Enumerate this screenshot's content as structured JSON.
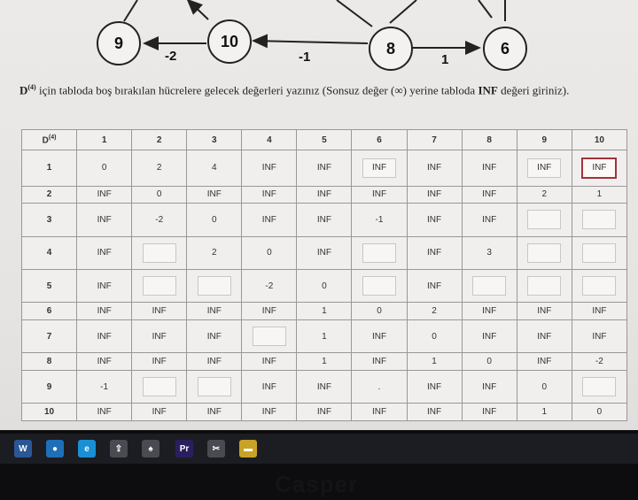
{
  "graph": {
    "nodes": [
      "9",
      "10",
      "8",
      "6"
    ],
    "edges": [
      {
        "label": "-2"
      },
      {
        "label": "-1"
      },
      {
        "label": "1"
      }
    ]
  },
  "instruction": {
    "matrix_label": "D",
    "matrix_sup": "(4)",
    "text_before": " için tabloda boş bırakılan hücrelere gelecek değerleri yazınız (Sonsuz değer (∞) yerine tabloda ",
    "bold": "INF",
    "text_after": " değeri giriniz)."
  },
  "table": {
    "corner": "D",
    "corner_sup": "(4)",
    "columns": [
      "1",
      "2",
      "3",
      "4",
      "5",
      "6",
      "7",
      "8",
      "9",
      "10"
    ],
    "rows": [
      {
        "h": "1",
        "cells": [
          {
            "v": "0"
          },
          {
            "v": "2"
          },
          {
            "v": "4"
          },
          {
            "v": "INF"
          },
          {
            "v": "INF"
          },
          {
            "v": "INF",
            "box": true
          },
          {
            "v": "INF"
          },
          {
            "v": "INF"
          },
          {
            "v": "INF",
            "box": true
          },
          {
            "v": "INF",
            "box": true,
            "active": true
          }
        ]
      },
      {
        "h": "2",
        "cells": [
          {
            "v": "INF"
          },
          {
            "v": "0"
          },
          {
            "v": "INF"
          },
          {
            "v": "INF"
          },
          {
            "v": "INF"
          },
          {
            "v": "INF"
          },
          {
            "v": "INF"
          },
          {
            "v": "INF"
          },
          {
            "v": "2"
          },
          {
            "v": "1"
          }
        ]
      },
      {
        "h": "3",
        "cells": [
          {
            "v": "INF"
          },
          {
            "v": "-2"
          },
          {
            "v": "0"
          },
          {
            "v": "INF"
          },
          {
            "v": "INF"
          },
          {
            "v": "-1"
          },
          {
            "v": "INF"
          },
          {
            "v": "INF"
          },
          {
            "v": "",
            "box": true
          },
          {
            "v": "",
            "box": true
          }
        ]
      },
      {
        "h": "4",
        "cells": [
          {
            "v": "INF"
          },
          {
            "v": "",
            "box": true
          },
          {
            "v": "2"
          },
          {
            "v": "0"
          },
          {
            "v": "INF"
          },
          {
            "v": "",
            "box": true
          },
          {
            "v": "INF"
          },
          {
            "v": "3"
          },
          {
            "v": "",
            "box": true
          },
          {
            "v": "",
            "box": true
          }
        ]
      },
      {
        "h": "5",
        "cells": [
          {
            "v": "INF"
          },
          {
            "v": "",
            "box": true
          },
          {
            "v": "",
            "box": true
          },
          {
            "v": "-2"
          },
          {
            "v": "0"
          },
          {
            "v": "",
            "box": true
          },
          {
            "v": "INF"
          },
          {
            "v": "",
            "box": true
          },
          {
            "v": "",
            "box": true
          },
          {
            "v": "",
            "box": true
          }
        ]
      },
      {
        "h": "6",
        "cells": [
          {
            "v": "INF"
          },
          {
            "v": "INF"
          },
          {
            "v": "INF"
          },
          {
            "v": "INF"
          },
          {
            "v": "1"
          },
          {
            "v": "0"
          },
          {
            "v": "2"
          },
          {
            "v": "INF"
          },
          {
            "v": "INF"
          },
          {
            "v": "INF"
          }
        ]
      },
      {
        "h": "7",
        "cells": [
          {
            "v": "INF"
          },
          {
            "v": "INF"
          },
          {
            "v": "INF"
          },
          {
            "v": "",
            "box": true
          },
          {
            "v": "1"
          },
          {
            "v": "INF"
          },
          {
            "v": "0"
          },
          {
            "v": "INF"
          },
          {
            "v": "INF"
          },
          {
            "v": "INF"
          }
        ]
      },
      {
        "h": "8",
        "cells": [
          {
            "v": "INF"
          },
          {
            "v": "INF"
          },
          {
            "v": "INF"
          },
          {
            "v": "INF"
          },
          {
            "v": "1"
          },
          {
            "v": "INF"
          },
          {
            "v": "1"
          },
          {
            "v": "0"
          },
          {
            "v": "INF"
          },
          {
            "v": "-2"
          }
        ]
      },
      {
        "h": "9",
        "cells": [
          {
            "v": "-1"
          },
          {
            "v": "",
            "box": true
          },
          {
            "v": "",
            "box": true
          },
          {
            "v": "INF"
          },
          {
            "v": "INF"
          },
          {
            "v": "."
          },
          {
            "v": "INF"
          },
          {
            "v": "INF"
          },
          {
            "v": "0"
          },
          {
            "v": "",
            "box": true
          }
        ]
      },
      {
        "h": "10",
        "cells": [
          {
            "v": "INF"
          },
          {
            "v": "INF"
          },
          {
            "v": "INF"
          },
          {
            "v": "INF"
          },
          {
            "v": "INF"
          },
          {
            "v": "INF"
          },
          {
            "v": "INF"
          },
          {
            "v": "INF"
          },
          {
            "v": "1"
          },
          {
            "v": "0"
          }
        ]
      }
    ]
  },
  "taskbar": {
    "icons": [
      {
        "name": "word-icon",
        "glyph": "W",
        "color": "#2b5797"
      },
      {
        "name": "camera-icon",
        "glyph": "●",
        "color": "#1e6fb8"
      },
      {
        "name": "edge-icon",
        "glyph": "e",
        "color": "#1a8fd6"
      },
      {
        "name": "usb-icon",
        "glyph": "⇪",
        "color": "#4a4a52"
      },
      {
        "name": "app-icon",
        "glyph": "♠",
        "color": "#4a4a52"
      },
      {
        "name": "premiere-icon",
        "glyph": "Pr",
        "color": "#2a1f5e"
      },
      {
        "name": "tools-icon",
        "glyph": "✂",
        "color": "#4a4a52"
      },
      {
        "name": "folder-icon",
        "glyph": "▬",
        "color": "#c9a227"
      }
    ]
  },
  "brand": "Casper"
}
